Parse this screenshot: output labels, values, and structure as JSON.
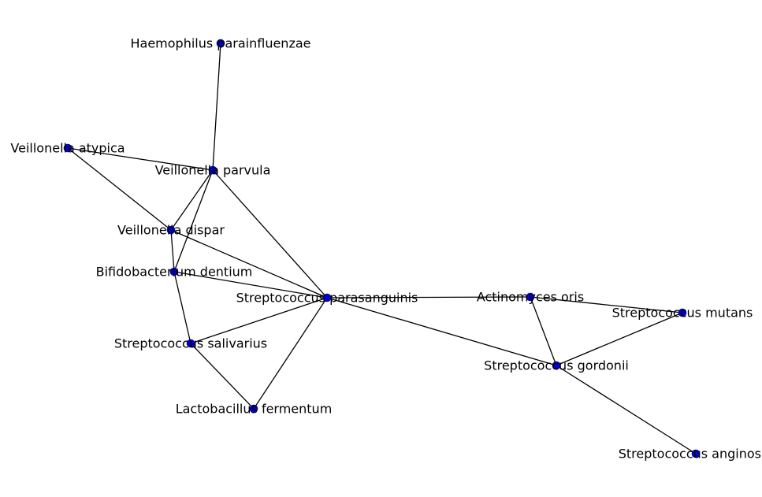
{
  "graph": {
    "node_color": "#0000cd",
    "edge_color": "#000000",
    "nodes": [
      {
        "id": "hp",
        "label": "Haemophilus parainfluenzae"
      },
      {
        "id": "va",
        "label": "Veillonella atypica"
      },
      {
        "id": "vp",
        "label": "Veillonella parvula"
      },
      {
        "id": "vd",
        "label": "Veillonella dispar"
      },
      {
        "id": "bd",
        "label": "Bifidobacterium dentium"
      },
      {
        "id": "sp",
        "label": "Streptococcus parasanguinis"
      },
      {
        "id": "ss",
        "label": "Streptococcus salivarius"
      },
      {
        "id": "lf",
        "label": "Lactobacillus fermentum"
      },
      {
        "id": "ao",
        "label": "Actinomyces oris"
      },
      {
        "id": "sm",
        "label": "Streptococcus mutans"
      },
      {
        "id": "sg",
        "label": "Streptococcus gordonii"
      },
      {
        "id": "sa",
        "label": "Streptococcus anginos"
      }
    ],
    "edges": [
      [
        "hp",
        "vp"
      ],
      [
        "va",
        "vp"
      ],
      [
        "va",
        "vd"
      ],
      [
        "vp",
        "vd"
      ],
      [
        "vp",
        "bd"
      ],
      [
        "vp",
        "sp"
      ],
      [
        "vd",
        "bd"
      ],
      [
        "vd",
        "sp"
      ],
      [
        "bd",
        "sp"
      ],
      [
        "bd",
        "ss"
      ],
      [
        "ss",
        "sp"
      ],
      [
        "ss",
        "lf"
      ],
      [
        "lf",
        "sp"
      ],
      [
        "sp",
        "ao"
      ],
      [
        "sp",
        "sg"
      ],
      [
        "ao",
        "sm"
      ],
      [
        "ao",
        "sg"
      ],
      [
        "sm",
        "sg"
      ],
      [
        "sg",
        "sa"
      ]
    ]
  }
}
